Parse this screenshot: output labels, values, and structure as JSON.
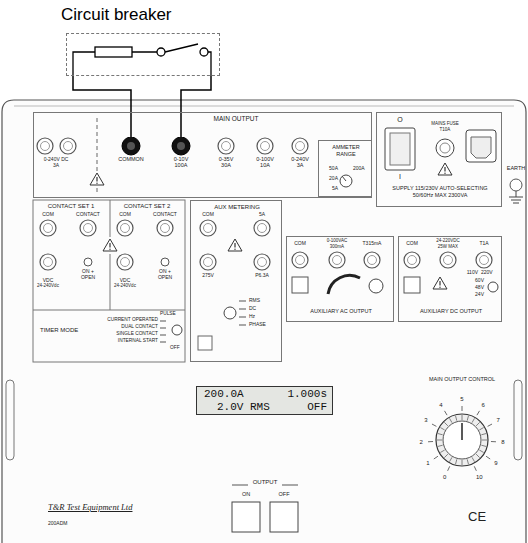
{
  "diagram": {
    "nodes": [
      {
        "text": [
          "Circuit breaker"
        ]
      },
      {
        "text": [
          "MAIN OUTPUT"
        ]
      },
      {
        "text": [
          "COMMON"
        ],
        "in": 1
      },
      {
        "text": [
          "0-10V",
          "100A"
        ],
        "in": 1
      },
      {
        "text": [
          "AMMETER RANGE"
        ],
        "in": 1
      },
      {
        "text": [
          "SUPPLY 115/230V AUTO-SELECTING 50/60Hz MAX 2300VA"
        ]
      },
      {
        "text": [
          "CONTACT SET 1"
        ]
      },
      {
        "text": [
          "CONTACT SET 2"
        ]
      },
      {
        "text": [
          "AUX METERING"
        ]
      },
      {
        "text": [
          "AUXILIARY AC OUTPUT"
        ]
      },
      {
        "text": [
          "AUXILIARY DC OUTPUT"
        ]
      },
      {
        "text": [
          "200.0A",
          "1.000s",
          "2.0V RMS",
          "OFF"
        ]
      }
    ],
    "edges": [
      {
        "from": 0,
        "to": 2,
        "arrow": "none"
      },
      {
        "from": 0,
        "to": 3,
        "arrow": "none"
      }
    ],
    "labels": [
      "0-240V DC",
      "3A",
      "0-35V",
      "30A",
      "0-100V",
      "10A",
      "0-240V",
      "3A",
      "50A",
      "200A",
      "20A",
      "5A",
      "O",
      "I",
      "MAINS FUSE",
      "T10A",
      "EARTH",
      "COM",
      "CONTACT",
      "VDC",
      "24-240Vdc",
      "ON +",
      "OPEN",
      "COM",
      "CONTACT",
      "VDC",
      "24-240Vdc",
      "ON +",
      "OPEN",
      "TIMER MODE",
      "PULSE",
      "CURRENT OPERATED",
      "DUAL CONTACT",
      "SINGLE CONTACT",
      "INTERNAL START",
      "OFF",
      "COM",
      "5A",
      "275V",
      "P6.3A",
      "RMS",
      "DC",
      "Hz",
      "PHASE",
      "COM",
      "0-100VAC",
      "300mA",
      "T315mA",
      "COM",
      "24-220VDC",
      "25W MAX",
      "T1A",
      "110V",
      "220V",
      "60V",
      "48V",
      "24V",
      "MAIN OUTPUT CONTROL",
      "0",
      "1",
      "2",
      "3",
      "4",
      "5",
      "6",
      "7",
      "8",
      "9",
      "10",
      "OUTPUT",
      "ON",
      "OFF",
      "T&R Test Equipment Ltd",
      "200ADM",
      "CE"
    ]
  }
}
